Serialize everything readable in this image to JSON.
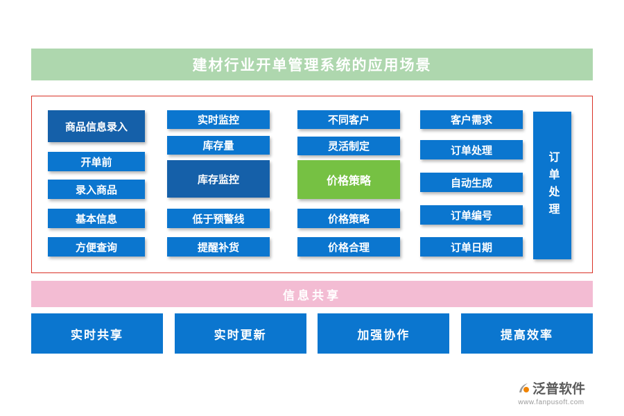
{
  "header": {
    "title": "建材行业开单管理系统的应用场景"
  },
  "scenario": {
    "columns": [
      {
        "buttons": [
          {
            "label": "商品信息录入"
          },
          {
            "label": "开单前"
          },
          {
            "label": "录入商品"
          },
          {
            "label": "基本信息"
          },
          {
            "label": "方便查询"
          }
        ]
      },
      {
        "buttons": [
          {
            "label": "实时监控"
          },
          {
            "label": "库存量"
          },
          {
            "label": "库存监控"
          },
          {
            "label": "低于预警线"
          },
          {
            "label": "提醒补货"
          }
        ]
      },
      {
        "buttons": [
          {
            "label": "不同客户"
          },
          {
            "label": "灵活制定"
          },
          {
            "label": "价格策略"
          },
          {
            "label": "价格策略"
          },
          {
            "label": "价格合理"
          }
        ]
      },
      {
        "buttons": [
          {
            "label": "客户需求"
          },
          {
            "label": "订单处理"
          },
          {
            "label": "自动生成"
          },
          {
            "label": "订单编号"
          },
          {
            "label": "订单日期"
          }
        ]
      }
    ],
    "vertical_button": {
      "label": "订单处理"
    }
  },
  "share": {
    "label": "信息共享"
  },
  "bottom": {
    "buttons": [
      {
        "label": "实时共享"
      },
      {
        "label": "实时更新"
      },
      {
        "label": "加强协作"
      },
      {
        "label": "提高效率"
      }
    ]
  },
  "footer": {
    "brand": "泛普软件",
    "url": "www.fanpusoft.com"
  },
  "colors": {
    "primary_blue": "#0b76cf",
    "dark_blue": "#1560a9",
    "accent_green": "#76c143",
    "banner_green": "#aed7ae",
    "banner_pink": "#f3bcd3",
    "border_red": "#d93025"
  }
}
